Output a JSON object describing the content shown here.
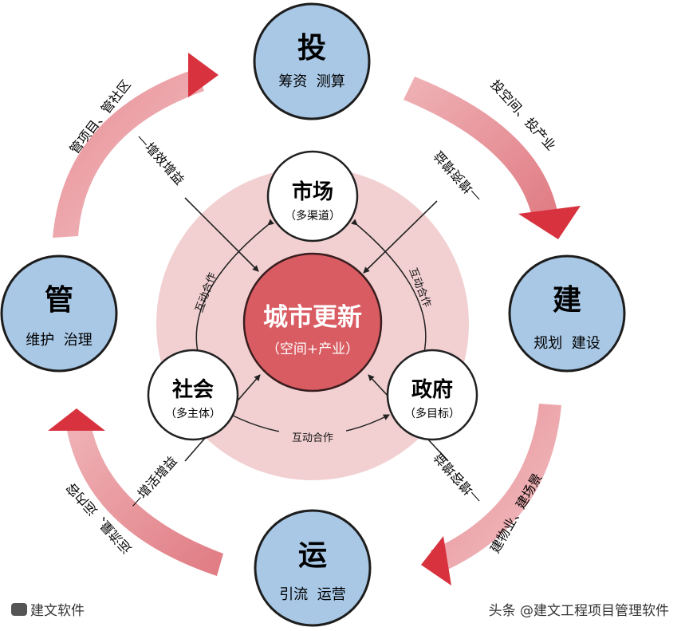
{
  "center": {
    "title": "城市更新",
    "subtitle": "（空间+产业）"
  },
  "inner_nodes": {
    "market": {
      "title": "市场",
      "subtitle": "（多渠道）"
    },
    "society": {
      "title": "社会",
      "subtitle": "（多主体）"
    },
    "government": {
      "title": "政府",
      "subtitle": "（多目标）"
    }
  },
  "outer_nodes": {
    "invest": {
      "title": "投",
      "subtitle": "筹资  测算"
    },
    "build": {
      "title": "建",
      "subtitle": "规划  建设"
    },
    "operate": {
      "title": "运",
      "subtitle": "引流  运营"
    },
    "manage": {
      "title": "管",
      "subtitle": "维护  治理"
    }
  },
  "cycle_labels": {
    "invest_to_build": "投空间、投产业",
    "build_to_operate": "建物业、建场景",
    "operate_to_manage": "运流量、运内容",
    "manage_to_invest": "管项目、管社区"
  },
  "gain_labels": {
    "manage": "—增效增益",
    "invest": "—增资增益",
    "build": "—增容增益",
    "operate": "—增活增益"
  },
  "cooperation_label": "互动合作",
  "watermark_left": "建文软件",
  "watermark_right": "头条 @建文工程项目管理软件",
  "colors": {
    "outer_circle_fill": "#a8c8e6",
    "center_fill": "#d95c63",
    "halo_fill": "#f2d0d1",
    "arrow_fill": "#e48f96",
    "arrow_head": "#d8323e"
  }
}
